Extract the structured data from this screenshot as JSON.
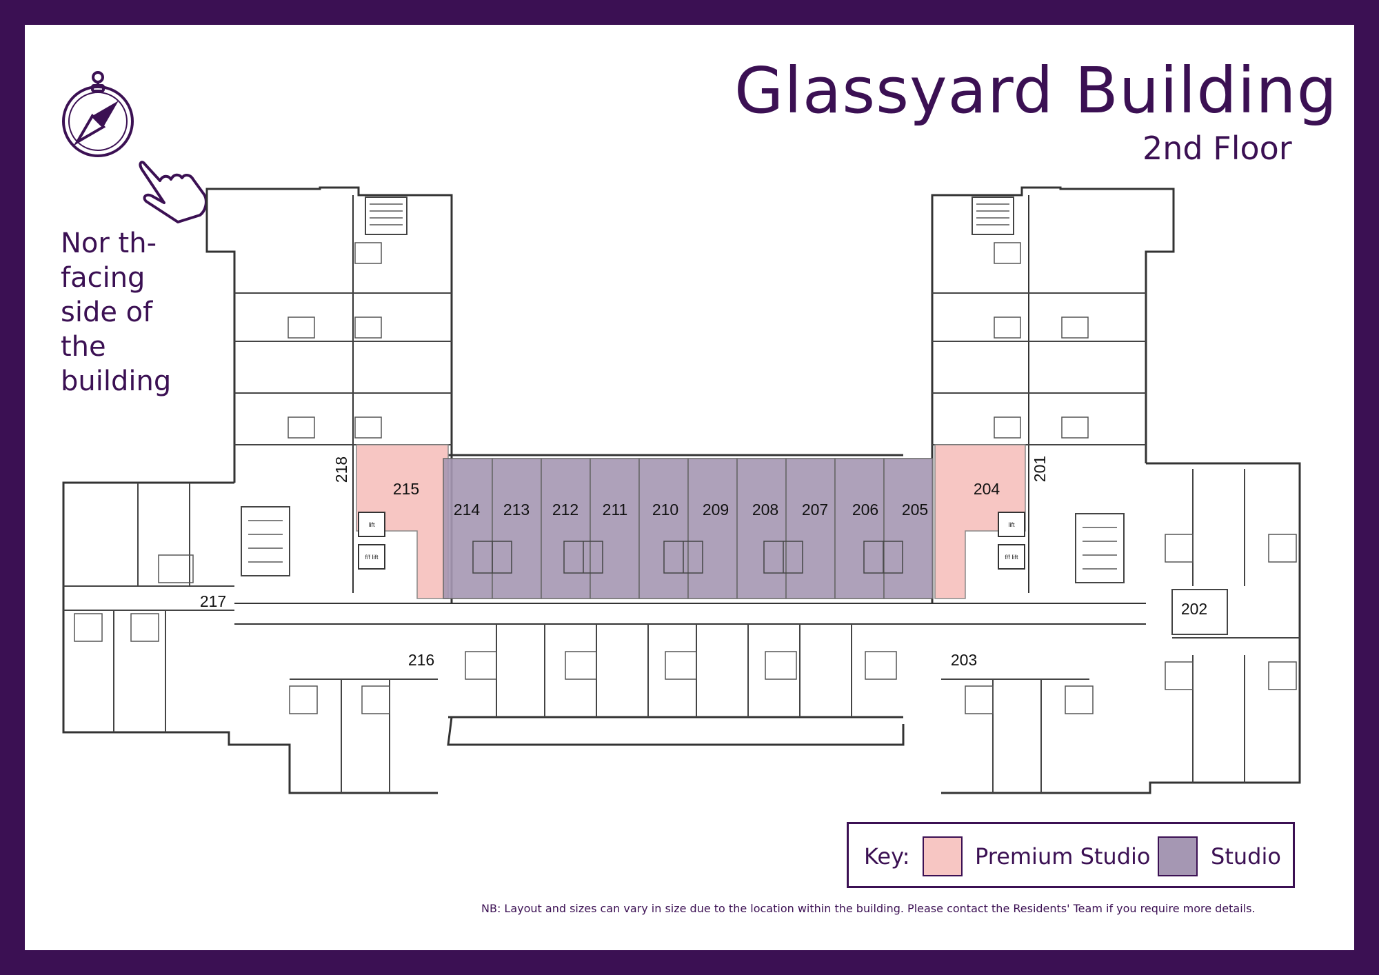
{
  "title": "Glassyard Building",
  "subtitle": "2nd Floor",
  "orientation": {
    "lines": [
      "Nor th-",
      "facing",
      "side of",
      "the",
      "building"
    ],
    "icons": [
      "compass-icon",
      "pointing-hand-icon"
    ]
  },
  "rooms": {
    "premium": [
      "215",
      "204"
    ],
    "studio": [
      "214",
      "213",
      "212",
      "211",
      "210",
      "209",
      "208",
      "207",
      "206",
      "205"
    ],
    "other": [
      "218",
      "217",
      "216",
      "203",
      "202",
      "201"
    ]
  },
  "lift_labels": [
    "lift",
    "f/f lift",
    "lift",
    "f/f lift"
  ],
  "key": {
    "label": "Key:",
    "premium_label": "Premium Studio",
    "studio_label": "Studio",
    "premium_color": "#f7c6c3",
    "studio_color": "#a597b3"
  },
  "note": "NB: Layout and sizes can vary in size due to the location within the building. Please contact the Residents' Team if you require more details.",
  "colors": {
    "brand": "#3b1053",
    "line": "#333333"
  }
}
